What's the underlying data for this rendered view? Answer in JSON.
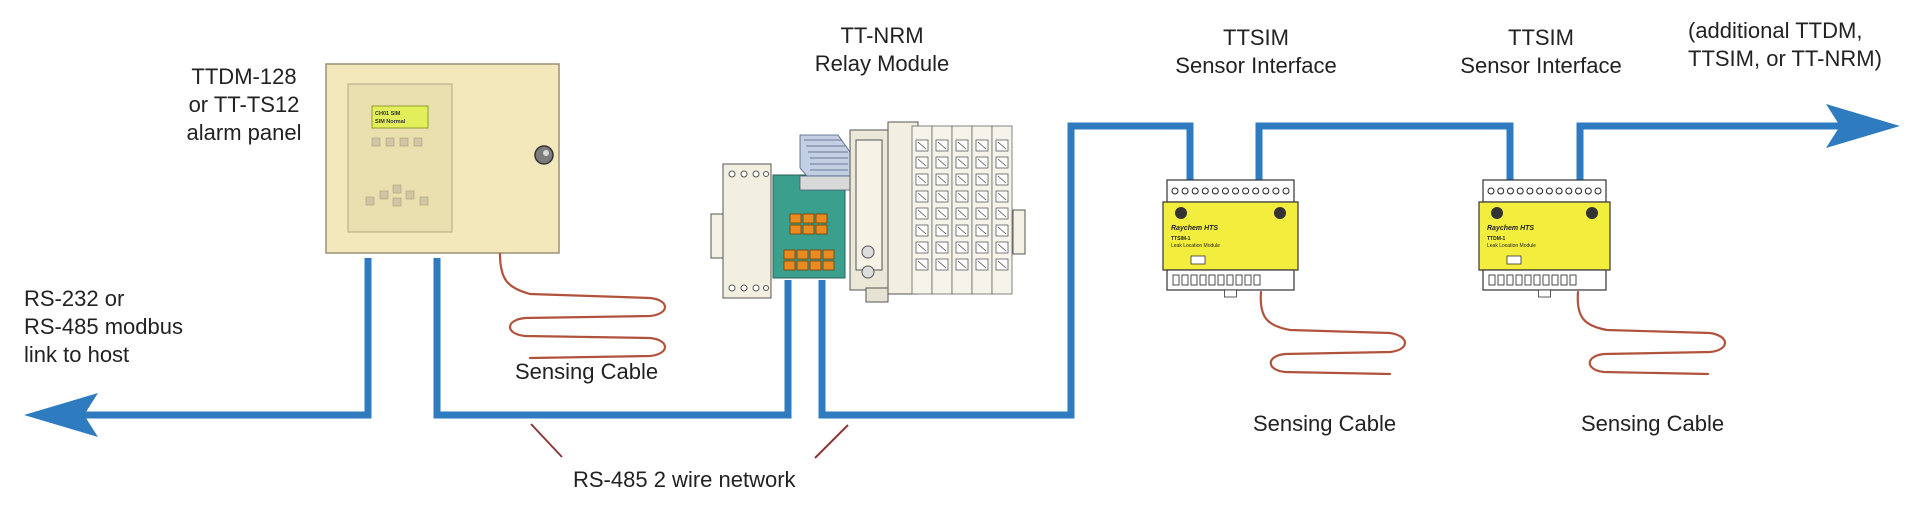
{
  "colors": {
    "network": "#2e7bc0",
    "cable": "#b0533c",
    "panel": "#f2e8bc",
    "lcd": "#e2ee5a",
    "module_yellow": "#f3ee3e",
    "relay_green": "#3a9f8d",
    "relay_orange": "#e98b20"
  },
  "labels": {
    "panel": [
      "TTDM-128",
      "or TT-TS12",
      "alarm panel"
    ],
    "host_link": [
      "RS-232 or",
      "RS-485 modbus",
      "link to host"
    ],
    "relay_module": [
      "TT-NRM",
      "Relay Module"
    ],
    "sensor_interface_1": [
      "TTSIM",
      "Sensor Interface"
    ],
    "sensor_interface_2": [
      "TTSIM",
      "Sensor Interface"
    ],
    "additional": [
      "(additional TTDM,",
      "TTSIM, or TT-NRM)"
    ],
    "sensing_cable_1": "Sensing Cable",
    "sensing_cable_2": "Sensing Cable",
    "sensing_cable_3": "Sensing Cable",
    "network": "RS-485 2 wire network"
  },
  "device_text": {
    "lcd_line1": "CH01 SIM",
    "lcd_line2": "SIM Normal",
    "brand": "Raychem HTS",
    "sim1_model": "TTSIM-1",
    "sim1_desc": "Leak Location Module",
    "sim2_model": "TTDM-1",
    "sim2_desc": "Leak Location Module"
  }
}
